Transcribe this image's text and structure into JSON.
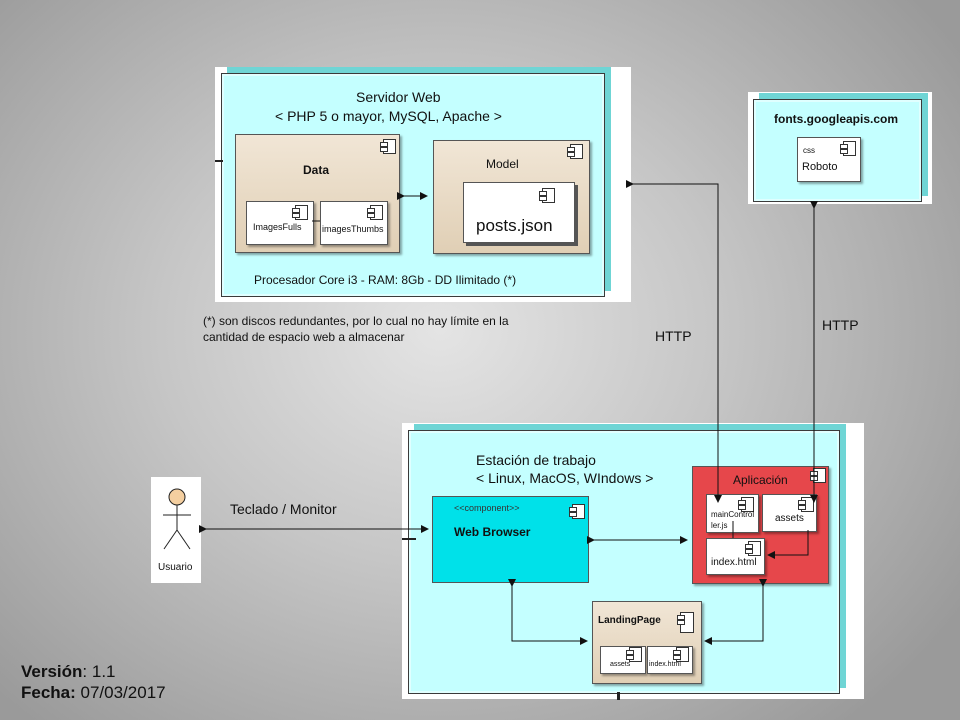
{
  "server": {
    "title": "Servidor Web",
    "subtitle": "< PHP 5 o mayor, MySQL, Apache >",
    "specs": "Procesador Core i3  -  RAM: 8Gb  -  DD Ilimitado (*)",
    "data_label": "Data",
    "images_fulls": "ImagesFulls",
    "images_thumbs": "imagesThumbs",
    "model_label": "Model",
    "posts_json": "posts.json"
  },
  "footnote": {
    "line1": "(*) son discos redundantes, por lo cual no hay límite en la",
    "line2": "cantidad de espacio web a almacenar"
  },
  "fonts_node": {
    "title": "fonts.googleapis.com",
    "css_label": "css",
    "roboto_label": "Roboto"
  },
  "http_labels": {
    "left": "HTTP",
    "right": "HTTP"
  },
  "workstation": {
    "title": "Estación de trabajo",
    "subtitle": "< Linux, MacOS, WIndows >",
    "stereotype": "<<component>>",
    "browser_label": "Web Browser",
    "app_label": "Aplicación",
    "main_controller": "mainController.js",
    "assets": "assets",
    "index_html": "index.html",
    "landing_label": "LandingPage",
    "landing_assets": "assets",
    "landing_index": "index.html"
  },
  "actor": {
    "label": "Usuario",
    "connection": "Teclado / Monitor"
  },
  "version": {
    "version_key": "Versión",
    "version_value": ": 1.1",
    "date_key": "Fecha:",
    "date_value": " 07/03/2017"
  }
}
